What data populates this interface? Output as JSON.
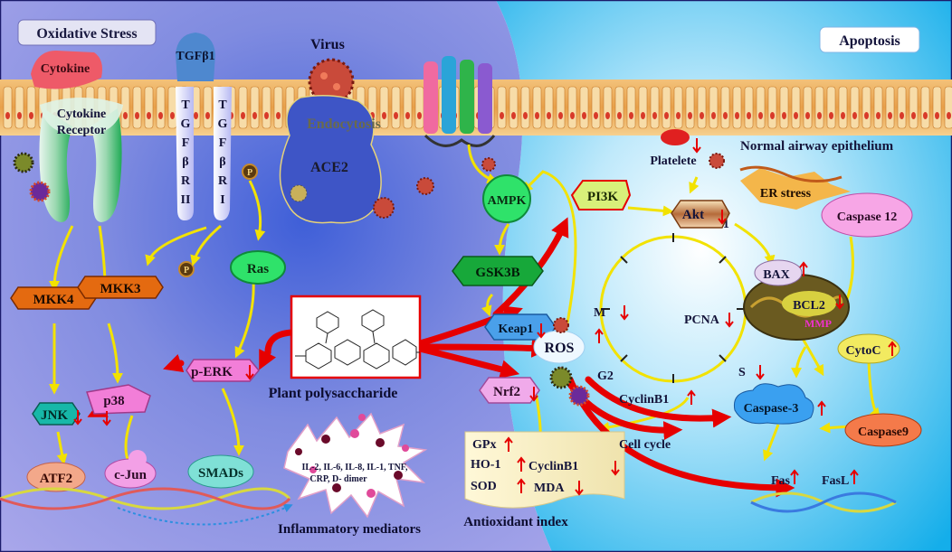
{
  "regions": {
    "oxidative": "Oxidative Stress",
    "apoptosis": "Apoptosis",
    "epithelium": "Normal airway epithelium"
  },
  "receptors": {
    "cytokine": "Cytokine",
    "cytokine_receptor_line1": "Cytokine",
    "cytokine_receptor_line2": "Receptor",
    "tgfb1": "TGFβ1",
    "tgfbr2_letters": [
      "T",
      "G",
      "F",
      "β",
      "R",
      "II"
    ],
    "tgfbr1_letters": [
      "T",
      "G",
      "F",
      "β",
      "R",
      "I"
    ],
    "virus": "Virus",
    "endocytosis": "Endocytosis",
    "ace2": "ACE2",
    "phospho": "P"
  },
  "nodes": {
    "ras": "Ras",
    "mkk4": "MKK4",
    "mkk3": "MKK3",
    "perk": "p-ERK",
    "p38": "p38",
    "jnk": "JNK",
    "atf2": "ATF2",
    "cjun": "c-Jun",
    "smads": "SMADs",
    "ampk": "AMPK",
    "gsk3b": "GSK3B",
    "keap1": "Keap1",
    "nrf2": "Nrf2",
    "ros": "ROS",
    "pi3k": "PI3K",
    "akt": "Akt",
    "platelete": "Platelete",
    "er_stress": "ER stress",
    "caspase12": "Caspase 12",
    "bax": "BAX",
    "bcl2": "BCL2",
    "mmp": "MMP",
    "cytoc": "CytoC",
    "caspase9": "Caspase9",
    "caspase3": "Caspase-3",
    "fas": "Fas",
    "fasl": "FasL"
  },
  "center": {
    "compound": "Plant polysaccharide"
  },
  "cell_cycle": {
    "g1": "G1",
    "m": "M",
    "g2": "G2",
    "s": "S",
    "pcna": "PCNA",
    "cyclinb1": "CyclinB1",
    "label": "Cell cycle"
  },
  "inflammation": {
    "mediators_line1": "IL-2, IL-6, IL-8, IL-1, TNF,",
    "mediators_line2": "CRP, D- dimer",
    "label": "Inflammatory mediators"
  },
  "antioxidant": {
    "gpx": "GPx",
    "ho1": "HO-1",
    "sod": "SOD",
    "cyclinb1": "CyclinB1",
    "mda": "MDA",
    "label": "Antioxidant index"
  },
  "colors": {
    "left_bg": "#9d9ee6",
    "right_bg": "#22b8ee",
    "up_arrow": "#e60000",
    "signal_arrow": "#f2e200",
    "main_arrow": "#e60000"
  }
}
